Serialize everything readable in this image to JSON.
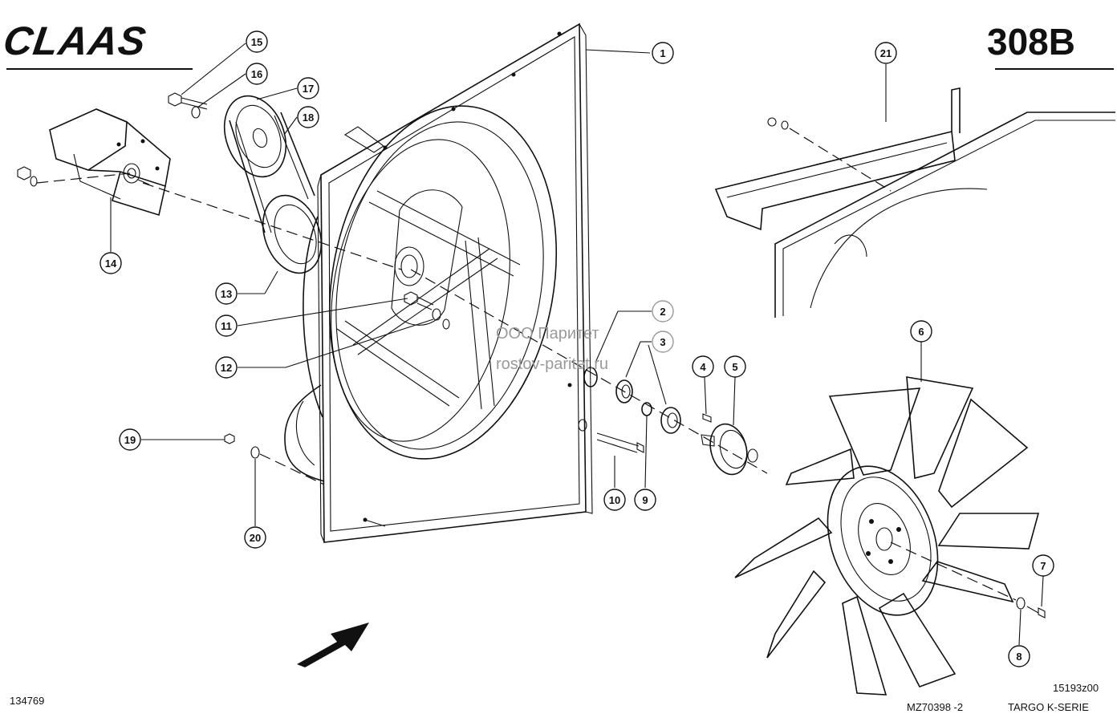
{
  "header": {
    "brand": "CLAAS",
    "page_code": "308B"
  },
  "footer": {
    "left_code": "134769",
    "drawing_code": "15193z00",
    "mz_code": "MZ70398 -2",
    "series": "TARGO K-SERIE"
  },
  "watermark": {
    "line1": "ООО Паритет",
    "line2": "rostov-paritet.ru"
  },
  "callouts": [
    "1",
    "2",
    "3",
    "4",
    "5",
    "6",
    "7",
    "8",
    "9",
    "10",
    "11",
    "12",
    "13",
    "14",
    "15",
    "16",
    "17",
    "18",
    "19",
    "20",
    "21"
  ]
}
